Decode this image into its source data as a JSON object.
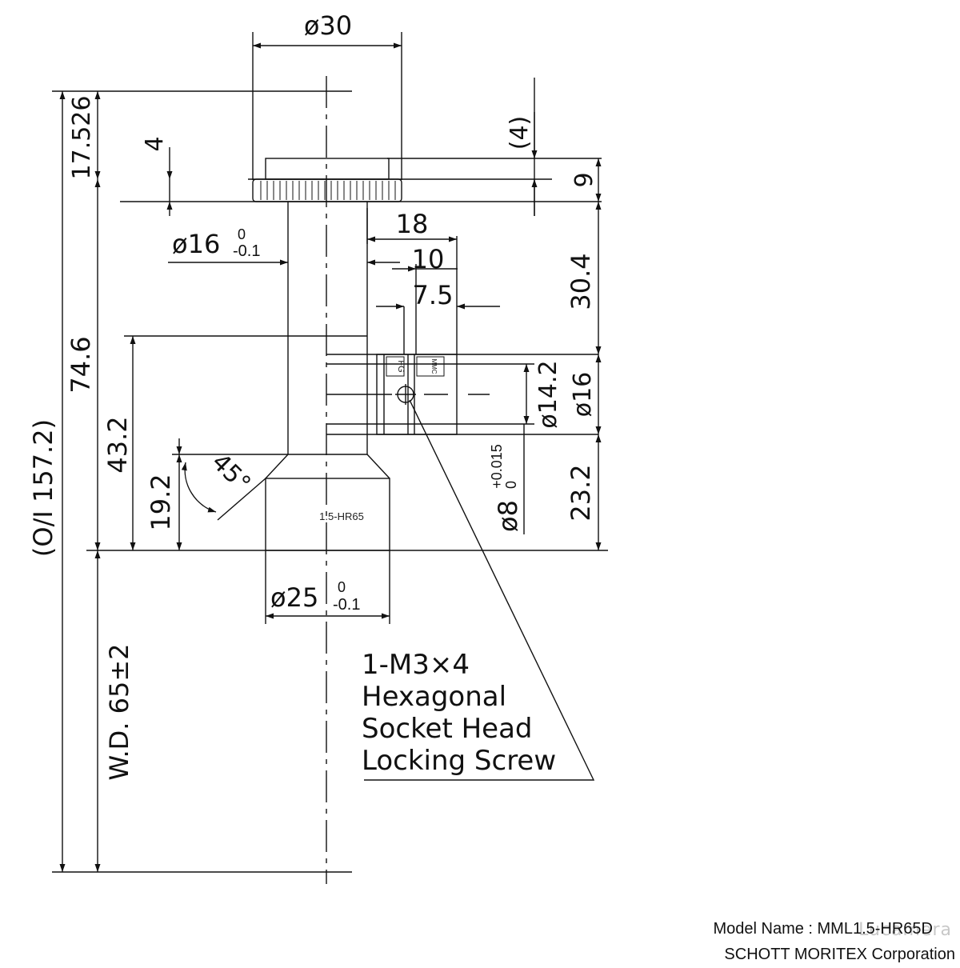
{
  "dimensions": {
    "outer_diameter": "ø30",
    "top_height": "17.526",
    "flange_thickness": "4",
    "flange_thickness_paren": "(4)",
    "knurl_height": "9",
    "shaft_diameter": "ø16",
    "shaft_tolerance_upper": "0",
    "shaft_tolerance_lower": "-0.1",
    "offset_18": "18",
    "offset_10": "10",
    "offset_7_5": "7.5",
    "height_30_4": "30.4",
    "body_length": "74.6",
    "height_43_2": "43.2",
    "height_19_2": "19.2",
    "angle": "45°",
    "port_d14_2": "ø14.2",
    "port_d16": "ø16",
    "port_d8": "ø8",
    "port_d8_tol_upper": "+0.015",
    "port_d8_tol_lower": "0",
    "height_23_2": "23.2",
    "objective_to_image": "(O/I 157.2)",
    "front_diameter": "ø25",
    "front_tolerance_upper": "0",
    "front_tolerance_lower": "-0.1",
    "working_distance": "W.D. 65±2"
  },
  "labels": {
    "lens_marking": "1.5-HR65",
    "port_mark_fg": "FG",
    "port_mark_mmc": "MMC",
    "screw_note": [
      "1-M3×4",
      "Hexagonal",
      "Socket Head",
      "Locking Screw"
    ]
  },
  "footer": {
    "model_name": "Model Name : MML1.5-HR65D",
    "company": "SCHOTT MORITEX Corporation",
    "watermark": "Lucamera"
  }
}
